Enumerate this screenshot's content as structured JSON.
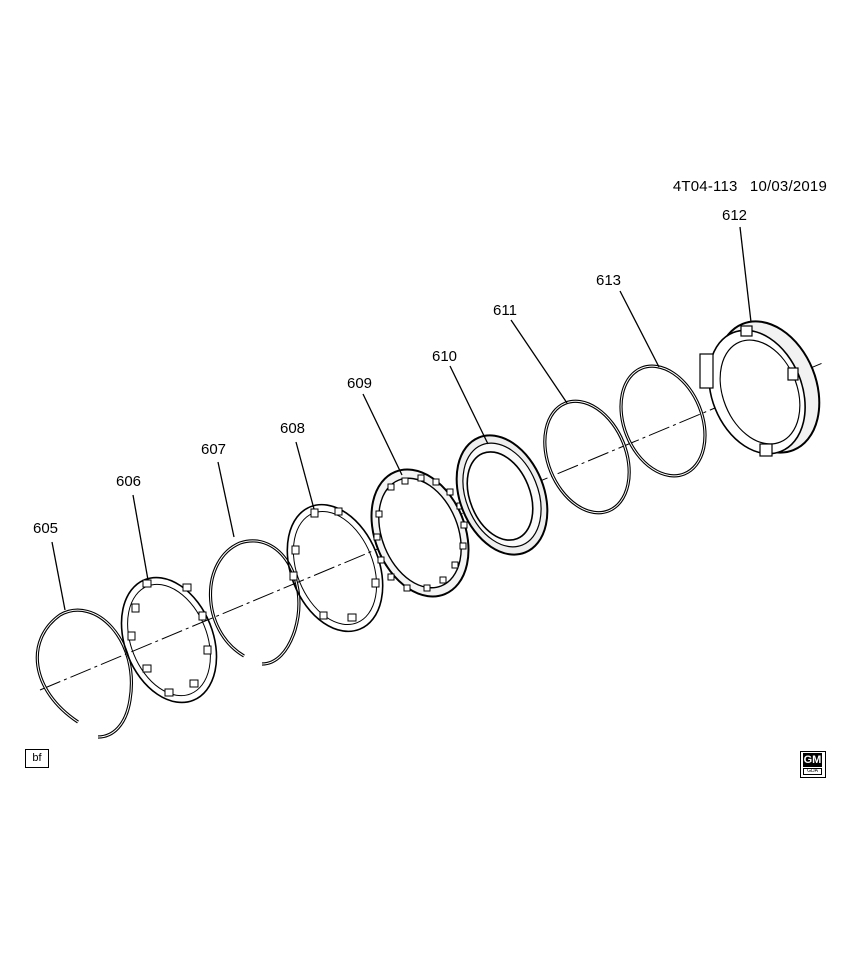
{
  "header": {
    "diagram_code": "4T04-113",
    "date": "10/03/2019"
  },
  "parts": [
    {
      "callout": "605",
      "name": "snap-ring"
    },
    {
      "callout": "606",
      "name": "tabbed-ring"
    },
    {
      "callout": "607",
      "name": "snap-ring"
    },
    {
      "callout": "608",
      "name": "tabbed-ring"
    },
    {
      "callout": "609",
      "name": "toothed-plate"
    },
    {
      "callout": "610",
      "name": "seal-ring"
    },
    {
      "callout": "611",
      "name": "o-ring"
    },
    {
      "callout": "612",
      "name": "housing"
    },
    {
      "callout": "613",
      "name": "o-ring"
    }
  ],
  "footer": {
    "badge": "bf",
    "logo_top": "GM",
    "logo_bottom": "GDA"
  }
}
